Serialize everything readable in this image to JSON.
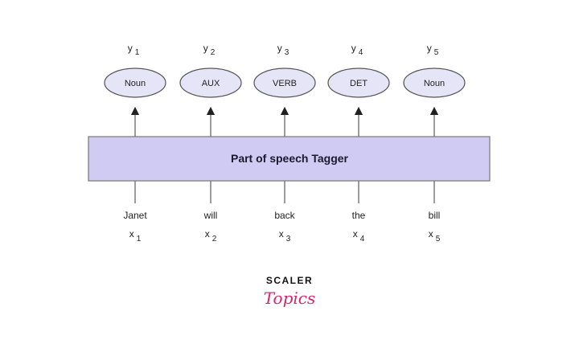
{
  "tagger": {
    "label": "Part of speech Tagger",
    "fill": "#cfcbf3"
  },
  "columns": [
    {
      "y_var": "y",
      "y_idx": "1",
      "tag": "Noun",
      "word": "Janet",
      "x_var": "x",
      "x_idx": "1"
    },
    {
      "y_var": "y",
      "y_idx": "2",
      "tag": "AUX",
      "word": "will",
      "x_var": "x",
      "x_idx": "2"
    },
    {
      "y_var": "y",
      "y_idx": "3",
      "tag": "VERB",
      "word": "back",
      "x_var": "x",
      "x_idx": "3"
    },
    {
      "y_var": "y",
      "y_idx": "4",
      "tag": "DET",
      "word": "the",
      "x_var": "x",
      "x_idx": "4"
    },
    {
      "y_var": "y",
      "y_idx": "5",
      "tag": "Noun",
      "word": "bill",
      "x_var": "x",
      "x_idx": "5"
    }
  ],
  "logo": {
    "line1": "SCALER",
    "line2": "Topics",
    "accent": "#d6246e"
  }
}
